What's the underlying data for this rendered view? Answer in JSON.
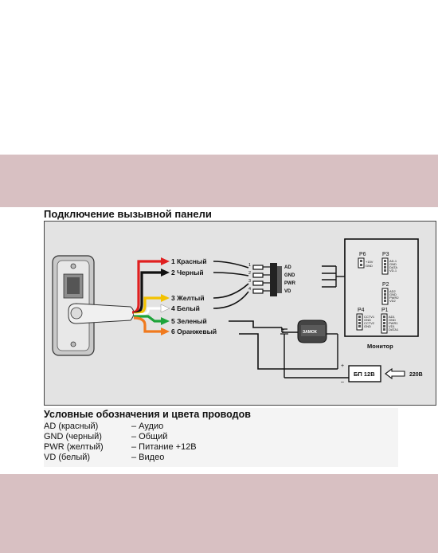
{
  "section_title": "Подключение вызывной панели",
  "wires": [
    {
      "label": "1 Красный",
      "color": "#e02020"
    },
    {
      "label": "2 Черный",
      "color": "#111111"
    },
    {
      "label": "3 Желтый",
      "color": "#f3c200"
    },
    {
      "label": "4 Белый",
      "color": "#ffffff"
    },
    {
      "label": "5 Зеленый",
      "color": "#1ea43a"
    },
    {
      "label": "6 Оранжевый",
      "color": "#f07a1e"
    }
  ],
  "connector": {
    "pins": [
      "AD",
      "GND",
      "PWR",
      "VD"
    ],
    "numbers": [
      "1",
      "2",
      "3",
      "4"
    ]
  },
  "monitor": {
    "label": "Монитор",
    "p6": {
      "name": "P6",
      "pins": [
        "+15V",
        "GND"
      ]
    },
    "p3": {
      "name": "P3",
      "pins": [
        "AD-1",
        "GND",
        "DATA",
        "VD-1"
      ]
    },
    "p2": {
      "name": "P2",
      "pins": [
        "AD2",
        "GND",
        "PWR2",
        "VD2"
      ]
    },
    "p4": {
      "name": "P4",
      "pins": [
        "CCTV1",
        "GND",
        "CCTV2",
        "GND"
      ]
    },
    "p1": {
      "name": "P1",
      "pins": [
        "AD1",
        "GND",
        "PWR1",
        "VD1",
        "DATA1"
      ]
    }
  },
  "lock": {
    "label": "ЗАМОК"
  },
  "psu": {
    "label": "БП 12В",
    "plus": "+",
    "minus": "–",
    "mains": "220В"
  },
  "legend": {
    "title": "Условные обозначения и цвета проводов",
    "rows": [
      {
        "code": "AD (красный)",
        "desc": "– Аудио"
      },
      {
        "code": "GND (черный)",
        "desc": "– Общий"
      },
      {
        "code": "PWR (желтый)",
        "desc": "– Питание +12В"
      },
      {
        "code": "VD (белый)",
        "desc": "– Видео"
      }
    ]
  },
  "colors": {
    "band": "#d8c0c2",
    "panel_bg": "#e3e3e3",
    "legend_bg": "#f4f4f4"
  }
}
